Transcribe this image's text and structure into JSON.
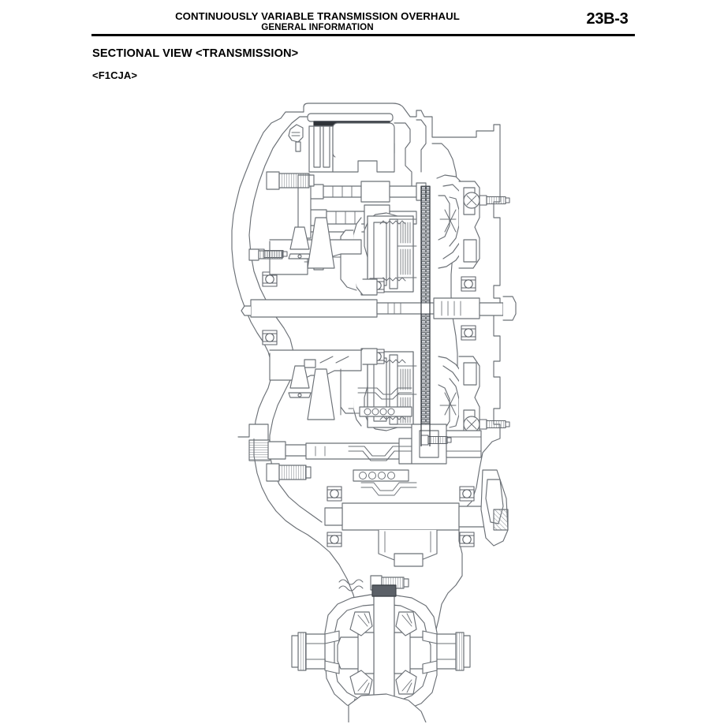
{
  "header": {
    "title": "CONTINUOUSLY VARIABLE TRANSMISSION OVERHAUL",
    "subtitle": "GENERAL INFORMATION",
    "page_number": "23B-3"
  },
  "body": {
    "section_title": "SECTIONAL VIEW <TRANSMISSION>",
    "variant_title": "<F1CJA>"
  },
  "figure": {
    "caption": "",
    "description": "Cross-sectional line drawing of an F1CJA continuously variable transmission, showing the torque converter and oil pump area at top left, the valve body, the primary and secondary pulleys with the steel belt running vertically between them, the forward/reverse planetary and clutch packs, the reduction gear shaft, and the final drive differential assembly at the bottom.",
    "line_color": "#6b7076",
    "line_color_dark": "#3c4147",
    "fill_color": "#ffffff",
    "hatch_color": "#8b9097"
  }
}
